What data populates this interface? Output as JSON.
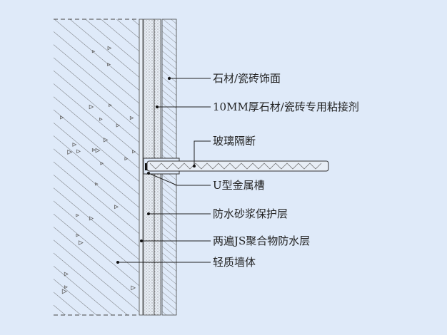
{
  "labels": {
    "stone_finish": "石材/瓷砖饰面",
    "adhesive": "10MM厚石材/瓷砖专用粘接剂",
    "glass_partition": "玻璃隔断",
    "u_channel": "U型金属槽",
    "mortar": "防水砂浆保护层",
    "waterproof": "两遍JS聚合物防水层",
    "light_wall": "轻质墙体"
  },
  "colors": {
    "background": "#dfeaf9",
    "line": "#333333"
  }
}
